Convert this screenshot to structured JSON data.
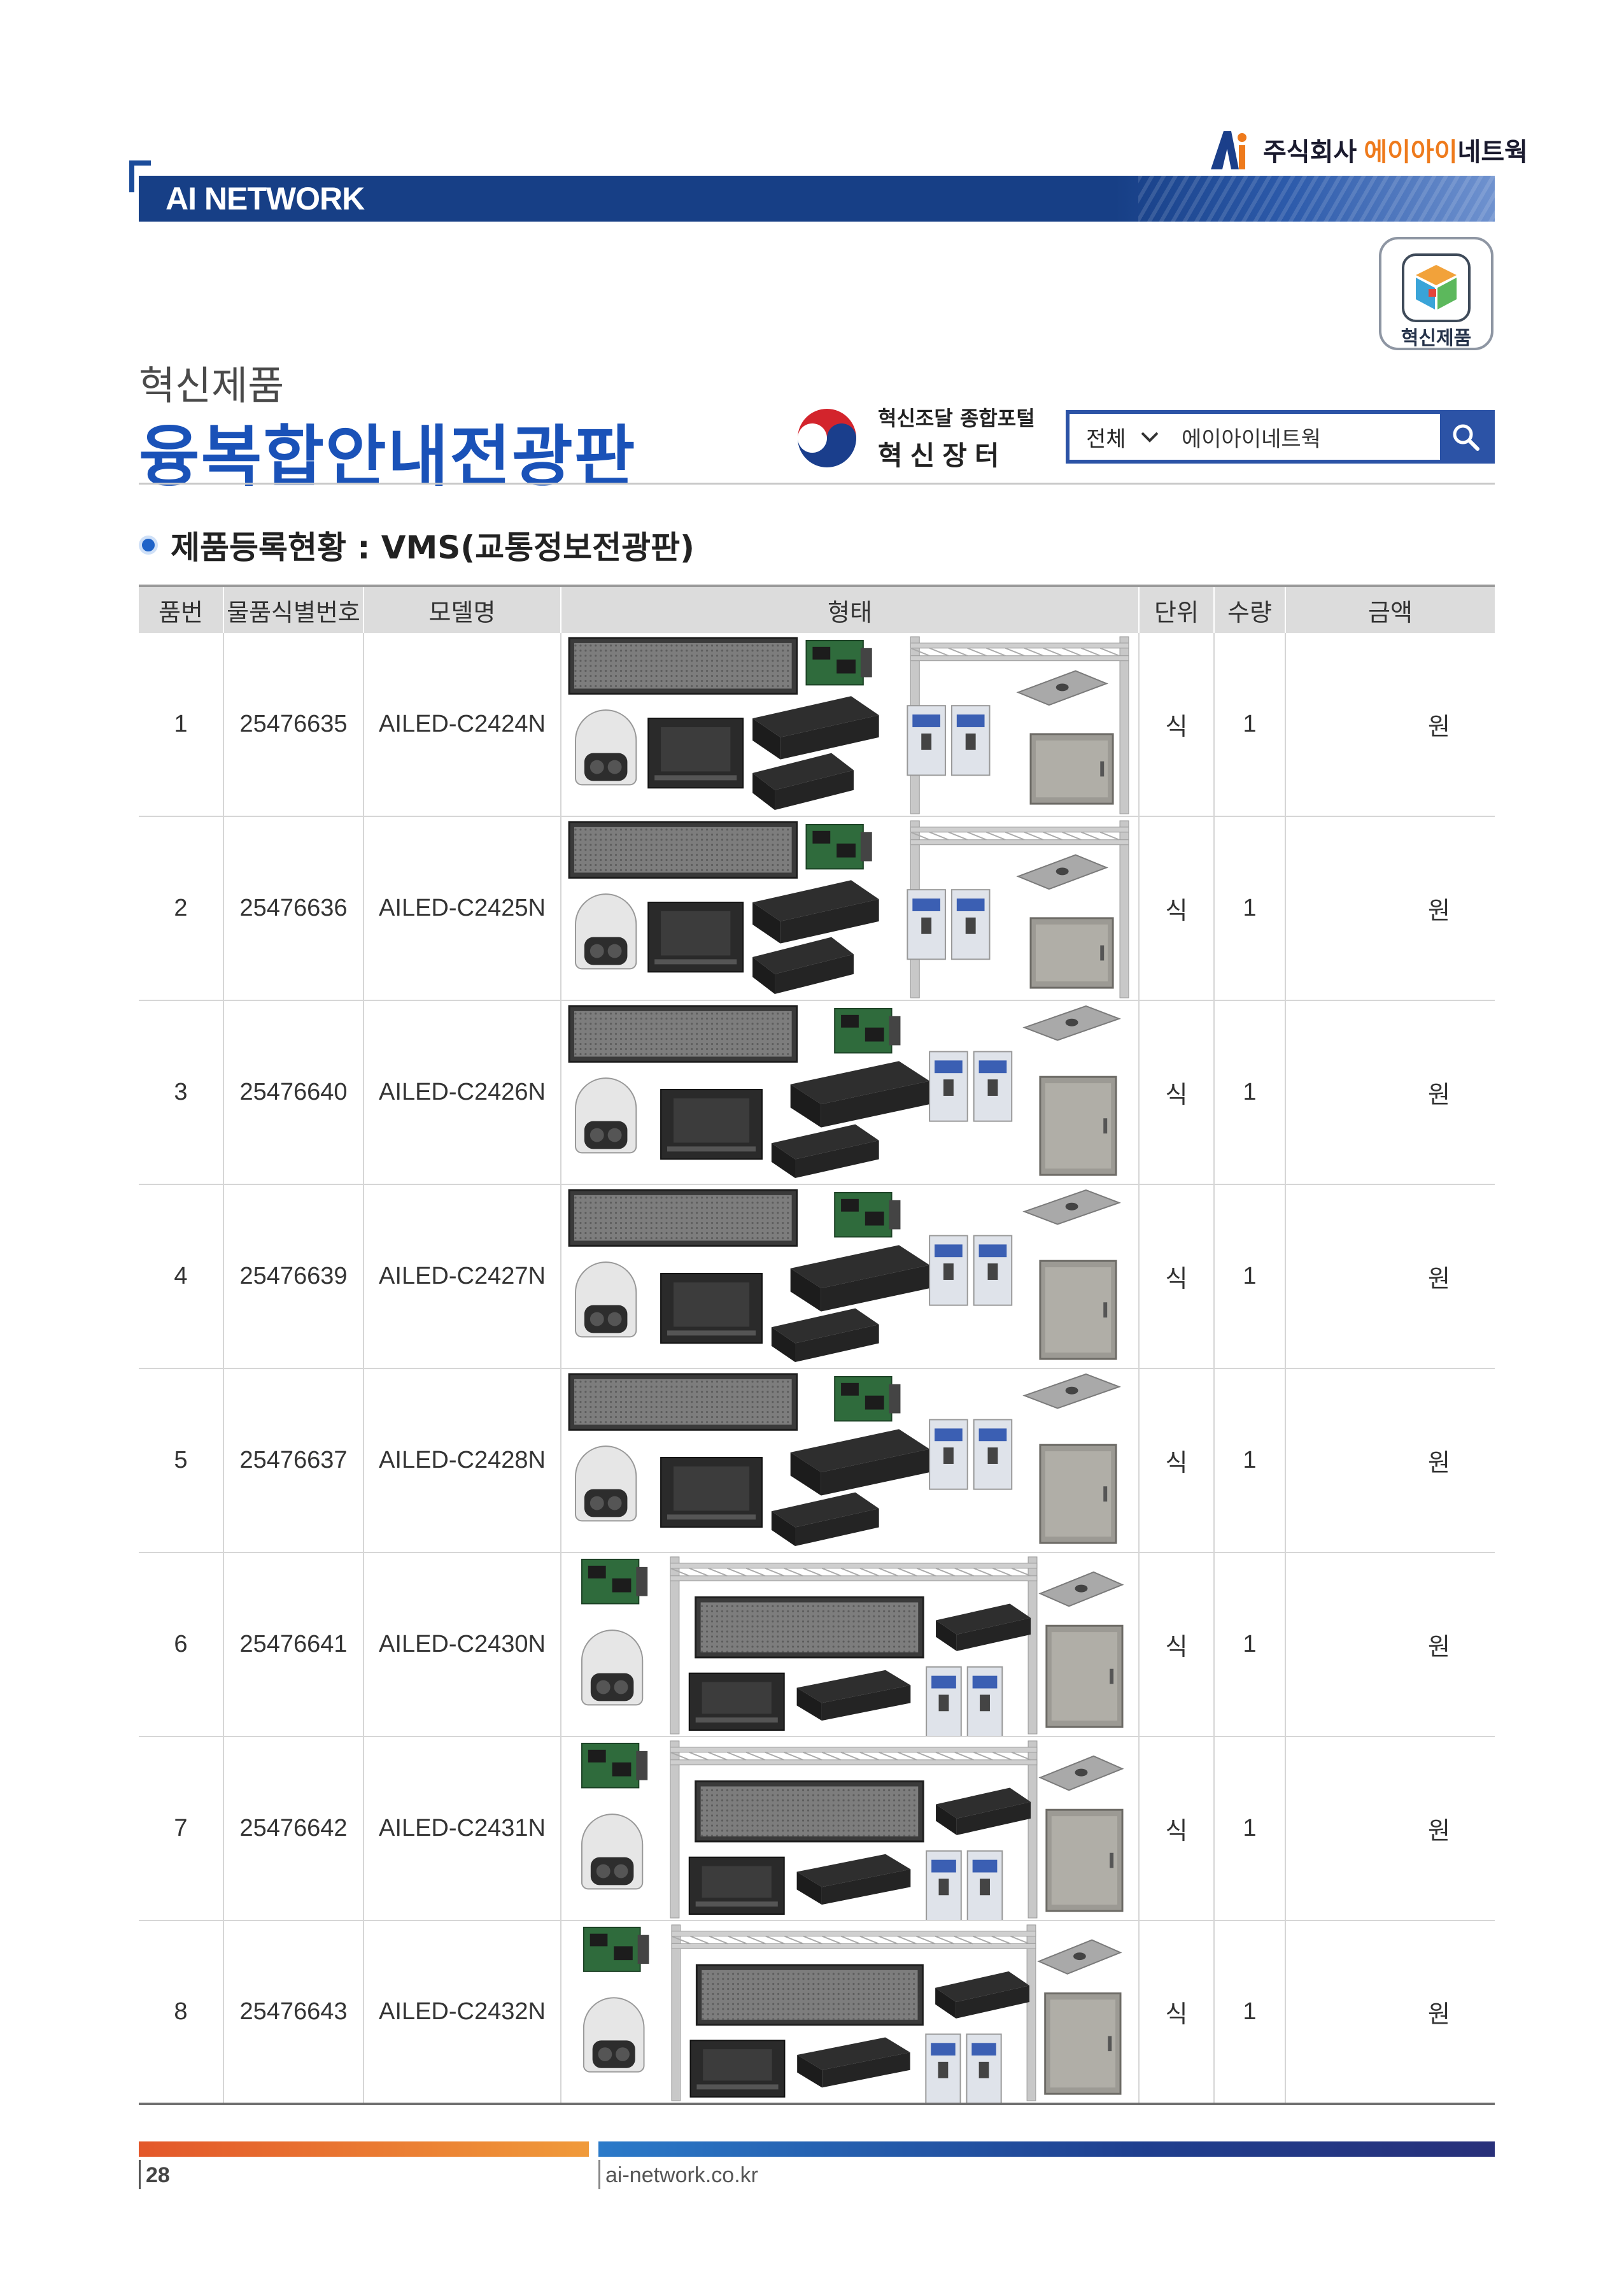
{
  "header": {
    "company": "주식회사",
    "company_brand": "에이아이",
    "company_suffix": "네트웍",
    "bar_title": "AI NETWORK",
    "badge_text": "혁신제품"
  },
  "hero": {
    "subtitle": "혁신제품",
    "title": "융복합안내전광판"
  },
  "portal": {
    "line1": "혁신조달 종합포털",
    "line2": "혁신장터"
  },
  "search": {
    "category": "전체",
    "query": "에이아이네트웍"
  },
  "section": {
    "label": "제품등록현황 : VMS(교통정보전광판)"
  },
  "table": {
    "headers": [
      "품번",
      "물품식별번호",
      "모델명",
      "형태",
      "단위",
      "수량",
      "금액"
    ],
    "rows": [
      {
        "no": "1",
        "id": "25476635",
        "model": "AILED-C2424N",
        "unit": "식",
        "qty": "1",
        "amount": "원"
      },
      {
        "no": "2",
        "id": "25476636",
        "model": "AILED-C2425N",
        "unit": "식",
        "qty": "1",
        "amount": "원"
      },
      {
        "no": "3",
        "id": "25476640",
        "model": "AILED-C2426N",
        "unit": "식",
        "qty": "1",
        "amount": "원"
      },
      {
        "no": "4",
        "id": "25476639",
        "model": "AILED-C2427N",
        "unit": "식",
        "qty": "1",
        "amount": "원"
      },
      {
        "no": "5",
        "id": "25476637",
        "model": "AILED-C2428N",
        "unit": "식",
        "qty": "1",
        "amount": "원"
      },
      {
        "no": "6",
        "id": "25476641",
        "model": "AILED-C2430N",
        "unit": "식",
        "qty": "1",
        "amount": "원"
      },
      {
        "no": "7",
        "id": "25476642",
        "model": "AILED-C2431N",
        "unit": "식",
        "qty": "1",
        "amount": "원"
      },
      {
        "no": "8",
        "id": "25476643",
        "model": "AILED-C2432N",
        "unit": "식",
        "qty": "1",
        "amount": "원"
      }
    ]
  },
  "footer": {
    "page": "28",
    "url": "ai-network.co.kr"
  }
}
